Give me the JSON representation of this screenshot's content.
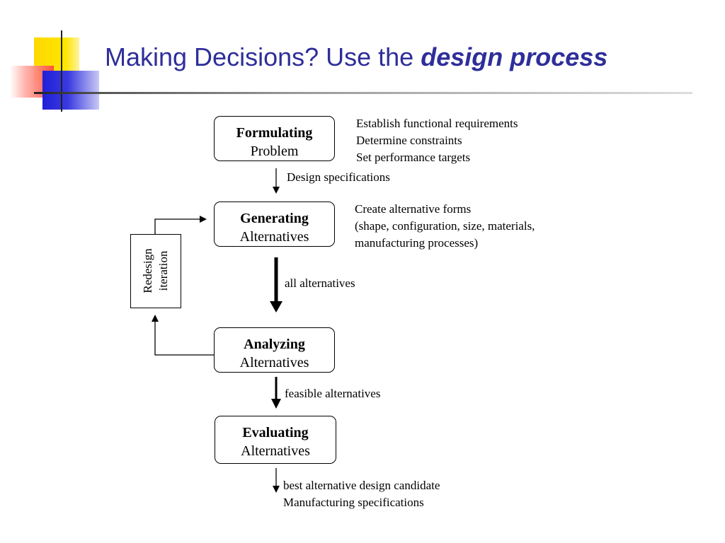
{
  "title": {
    "prefix": "Making Decisions?   Use the",
    "emphasis": "design process"
  },
  "steps": [
    {
      "bold": "Formulating",
      "normal": "Problem"
    },
    {
      "bold": "Generating",
      "normal": "Alternatives"
    },
    {
      "bold": "Analyzing",
      "normal": "Alternatives"
    },
    {
      "bold": "Evaluating",
      "normal": "Alternatives"
    }
  ],
  "notes": {
    "formulating": [
      "Establish functional requirements",
      "Determine constraints",
      "Set performance targets"
    ],
    "generating": [
      "Create alternative forms",
      "(shape, configuration, size, materials,",
      "manufacturing processes)"
    ]
  },
  "arrow_labels": {
    "design_spec": "Design specifications",
    "all_alternatives": "all alternatives",
    "feasible": "feasible alternatives",
    "output": [
      "best alternative design candidate",
      "Manufacturing specifications"
    ]
  },
  "redesign": [
    "Redesign",
    "iteration"
  ]
}
